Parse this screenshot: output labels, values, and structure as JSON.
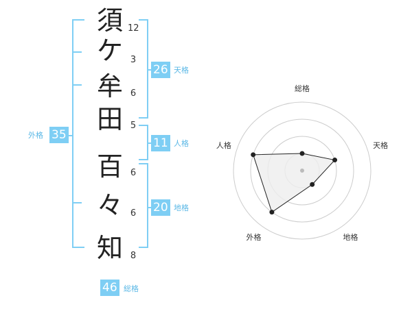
{
  "name_chars": [
    "須",
    "ケ",
    "牟",
    "田",
    "百",
    "々",
    "知"
  ],
  "strokes": [
    "12",
    "3",
    "6",
    "5",
    "6",
    "6",
    "8"
  ],
  "fortunes": {
    "tenkaku": {
      "value": "26",
      "label": "天格"
    },
    "jinkaku": {
      "value": "11",
      "label": "人格"
    },
    "chikaku": {
      "value": "20",
      "label": "地格"
    },
    "gaikaku": {
      "value": "35",
      "label": "外格"
    },
    "soukaku": {
      "value": "46",
      "label": "総格"
    }
  },
  "chart_data": {
    "type": "radar",
    "axes": [
      "総格",
      "天格",
      "地格",
      "外格",
      "人格"
    ],
    "scale_max": 4,
    "rings": 4,
    "values": [
      1,
      2,
      1,
      3,
      3
    ],
    "colors": {
      "fill": "#eeeeee",
      "line": "#222222",
      "ring": "#cccccc",
      "center": "#bbbbbb"
    }
  }
}
